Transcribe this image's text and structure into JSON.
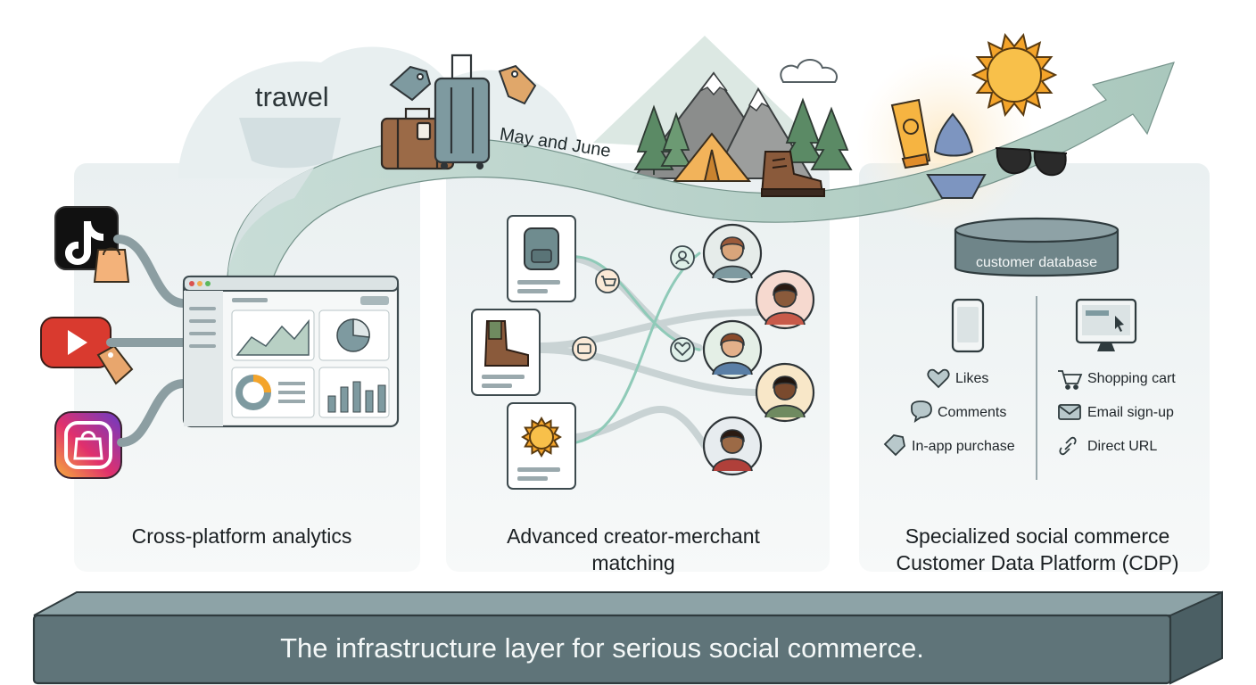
{
  "brand": "trawel",
  "arrow_label": "May and June",
  "panels": {
    "analytics": {
      "label": "Cross-platform analytics"
    },
    "matching": {
      "label_line1": "Advanced creator-merchant",
      "label_line2": "matching"
    },
    "cdp": {
      "label_line1": "Specialized social commerce",
      "label_line2": "Customer Data Platform (CDP)",
      "database_label": "customer database",
      "mobile_channels": [
        "Likes",
        "Comments",
        "In-app purchase"
      ],
      "web_channels": [
        "Shopping cart",
        "Email sign-up",
        "Direct URL"
      ]
    }
  },
  "banner": "The infrastructure layer for serious social commerce.",
  "colors": {
    "slate": "#5f7479",
    "slate_dark": "#4b5f64",
    "panel_bg": "#eef3f4",
    "arrow": "#a9c7bd",
    "accent_green": "#8fbfae",
    "brown": "#8a5a3b",
    "sun": "#f4a42a"
  }
}
